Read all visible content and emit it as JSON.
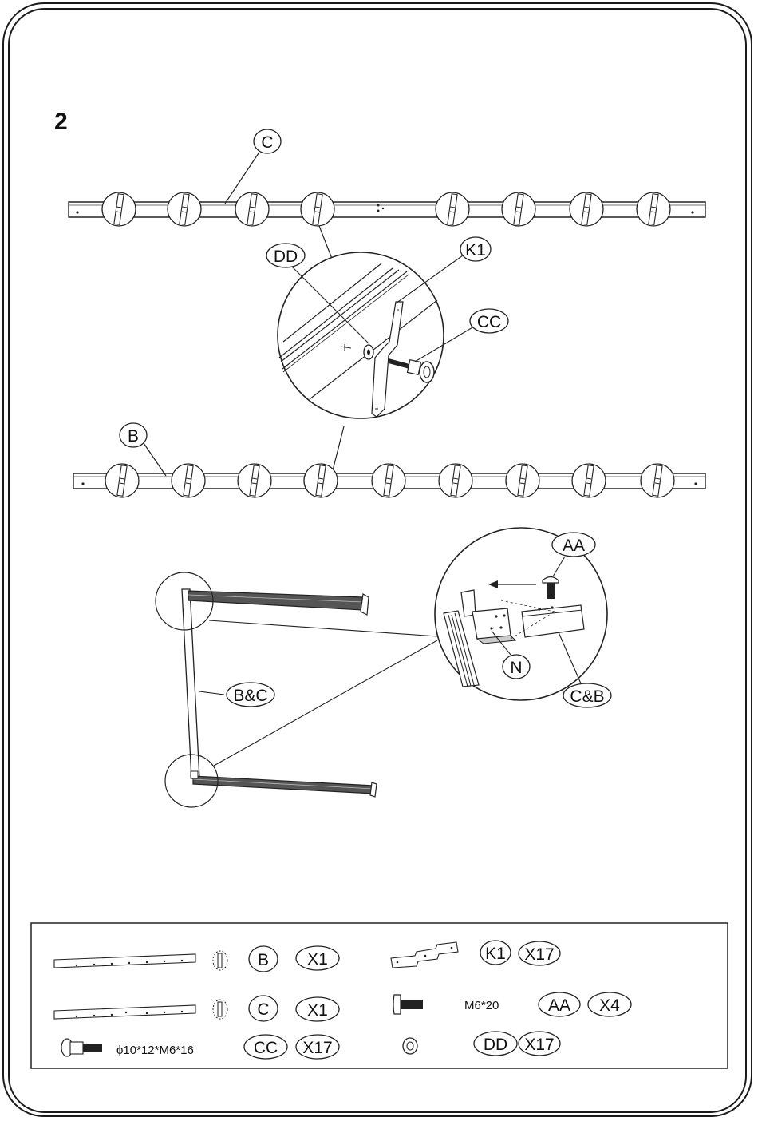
{
  "step": {
    "number": "2"
  },
  "labels": {
    "c": "C",
    "b": "B",
    "dd": "DD",
    "k1": "K1",
    "cc": "CC",
    "aa": "AA",
    "n": "N",
    "bc": "B&C",
    "cb": "C&B"
  },
  "parts_list": {
    "rows": [
      {
        "part": "B",
        "qty": "X1"
      },
      {
        "part": "C",
        "qty": "X1"
      },
      {
        "part": "CC",
        "spec": "ϕ10*12*M6*16",
        "qty": "X17"
      },
      {
        "part": "K1",
        "qty": "X17"
      },
      {
        "part": "AA",
        "spec": "M6*20",
        "qty": "X4"
      },
      {
        "part": "DD",
        "qty": "X17"
      }
    ]
  }
}
